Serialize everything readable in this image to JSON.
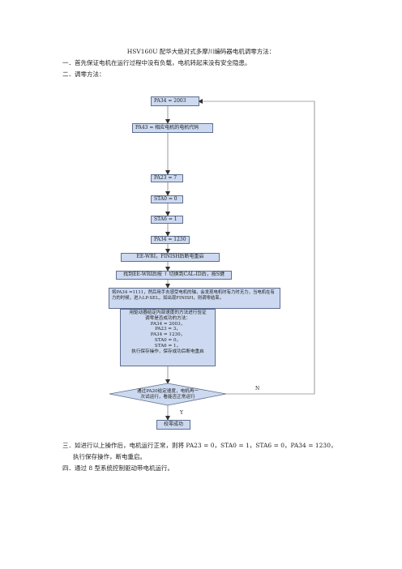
{
  "doc": {
    "title": "HSV160U 配华大绝对式多摩川编码器电机调零方法：",
    "para1": "一．首先保证电机在运行过程中没有负载，电机转起来没有安全隐患。",
    "para2": "二．调零方法：",
    "para3_line1": "三．如进行以上操作后，电机运行正常，则将 PA23 = 0，STA0 = 1，STA6 = 0，PA34 = 1230，",
    "para3_line2": "执行保存操作，断电重启。",
    "para4": "四．通过 8 型系统控制驱动带电机运行。"
  },
  "flow": {
    "pa34_2003": "PA34 = 2003",
    "pa43": "PA43 = 相应电机的电机代码",
    "pa23_7": "PA23 = 7",
    "sta0_0": "STA0 = 0",
    "sta6_1": "STA6 = 1",
    "pa34_1230": "PA34 = 1230",
    "ee_wri": "EE-WRI，FINISH后断电重启",
    "find_ee": "找到EE-WRI后按 ↑ 切换到CAL-ID后，按S键",
    "set_1111": "将PA34 =1111，然后用手去感受电机的轴，会发现电机时有力时无力，当电机在有力的时候，进入LP-SEL，如出现FINISH，则调零结束。",
    "verify_lines": [
      "用驱动器给定内部速度的方法进行验证",
      "调零是否成功的方法：",
      "PA34 = 2003，",
      "PA23 = 3，",
      "PA34 = 1230，",
      "STA0 = 0，",
      "STA6 = 1，",
      "执行保存操作，保存成功后断电重启"
    ],
    "decision_line1": "通过PA20给定速度，电机再一",
    "decision_line2": "次试运行，看能否正常运行",
    "done": "校零成功",
    "label_n": "N",
    "label_y": "Y"
  }
}
